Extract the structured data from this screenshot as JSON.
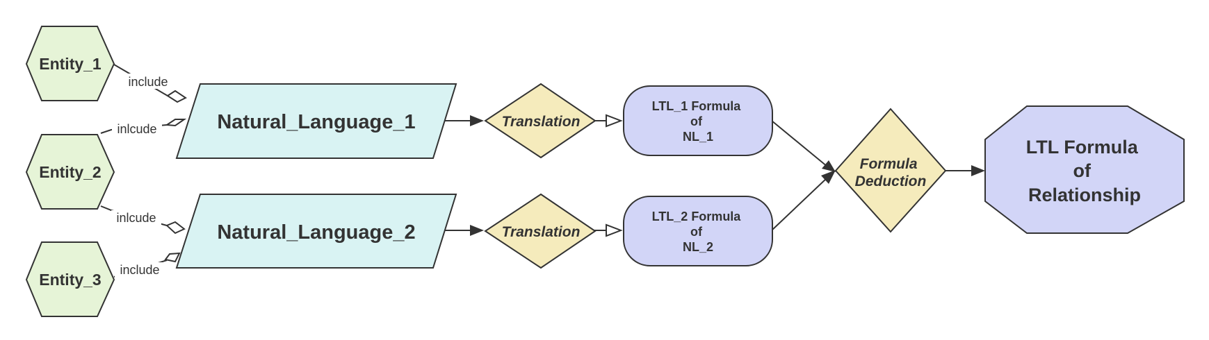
{
  "colors": {
    "stroke": "#333333",
    "entity_fill": "#e6f4d7",
    "language_fill": "#d9f3f3",
    "decision_fill": "#f5ebbc",
    "ltl_fill": "#d2d5f7",
    "result_fill": "#d2d5f7"
  },
  "nodes": {
    "entity_1": "Entity_1",
    "entity_2": "Entity_2",
    "entity_3": "Entity_3",
    "nl_1": "Natural_Language_1",
    "nl_2": "Natural_Language_2",
    "translation_1": "Translation",
    "translation_2": "Translation",
    "ltl_1": [
      "LTL_1 Formula",
      "of",
      "NL_1"
    ],
    "ltl_2": [
      "LTL_2 Formula",
      "of",
      "NL_2"
    ],
    "deduction": [
      "Formula",
      "Deduction"
    ],
    "result": [
      "LTL Formula",
      "of",
      "Relationship"
    ]
  },
  "edges": {
    "e1_nl1": "include",
    "e2_nl1": "inlcude",
    "e2_nl2": "inlcude",
    "e3_nl2": "include"
  }
}
